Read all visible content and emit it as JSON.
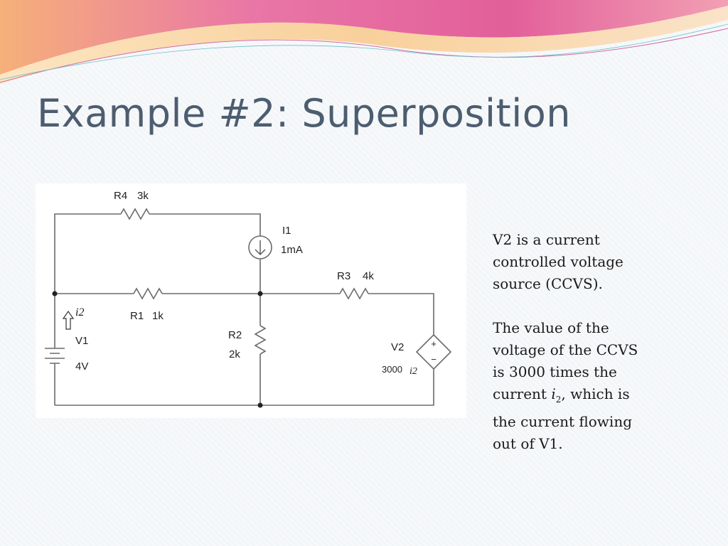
{
  "slide": {
    "title": "Example #2:  Superposition"
  },
  "circuit": {
    "r4": {
      "name": "R4",
      "value": "3k"
    },
    "i1": {
      "name": "I1",
      "value": "1mA"
    },
    "r3": {
      "name": "R3",
      "value": "4k"
    },
    "r1": {
      "name": "R1",
      "value": "1k"
    },
    "r2": {
      "name": "R2",
      "value": "2k"
    },
    "v1": {
      "name": "V1",
      "value": "4V"
    },
    "v2": {
      "name": "V2",
      "gain": "3000",
      "control": "i2"
    },
    "current_label": "i2",
    "plus": "+",
    "minus": "−"
  },
  "text": {
    "para1_line1": "V2 is a current",
    "para1_line2": "controlled voltage",
    "para1_line3": "source (CCVS).",
    "para2_line1": "The value of the",
    "para2_line2": "voltage of the CCVS",
    "para2_line3": "is 3000 times the",
    "para2_line4_a": "current ",
    "para2_line4_var": "i",
    "para2_line4_sub": "2",
    "para2_line4_b": ", which is",
    "para2_line5": "the current flowing",
    "para2_line6": "out of V1."
  },
  "colors": {
    "title": "#4d5d70",
    "wire": "#6b6b6b",
    "header_pink": "#e96aa0",
    "header_orange": "#f4b16a"
  }
}
